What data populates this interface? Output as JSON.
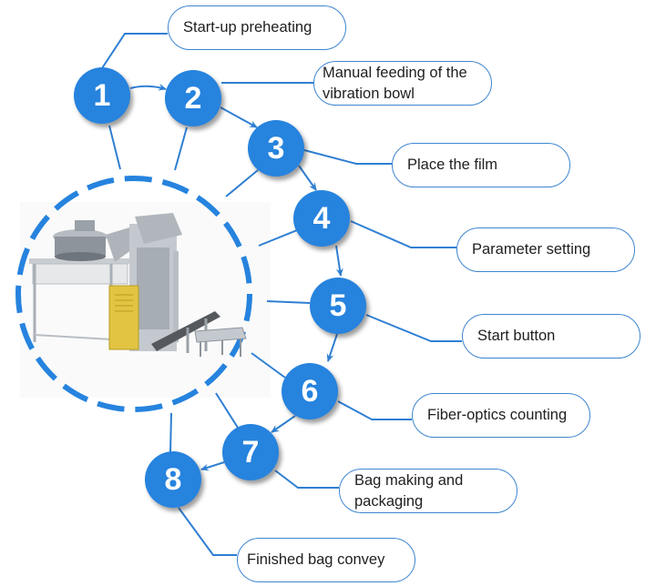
{
  "diagram": {
    "type": "process-flow",
    "accent_color": "#2683de",
    "line_color": "#2f7fd3",
    "center_image": "packaging-machine-image",
    "steps": [
      {
        "number": "1",
        "label": "Start-up preheating"
      },
      {
        "number": "2",
        "label": "Manual feeding of the vibration bowl",
        "lines": [
          "Manual feeding of the",
          "vibration bowl"
        ]
      },
      {
        "number": "3",
        "label": "Place the film"
      },
      {
        "number": "4",
        "label": "Parameter setting"
      },
      {
        "number": "5",
        "label": "Start button"
      },
      {
        "number": "6",
        "label": "Fiber-optics counting"
      },
      {
        "number": "7",
        "label": "Bag making and packaging",
        "lines": [
          "Bag making and",
          "packaging"
        ]
      },
      {
        "number": "8",
        "label": "Finished bag convey"
      }
    ]
  }
}
